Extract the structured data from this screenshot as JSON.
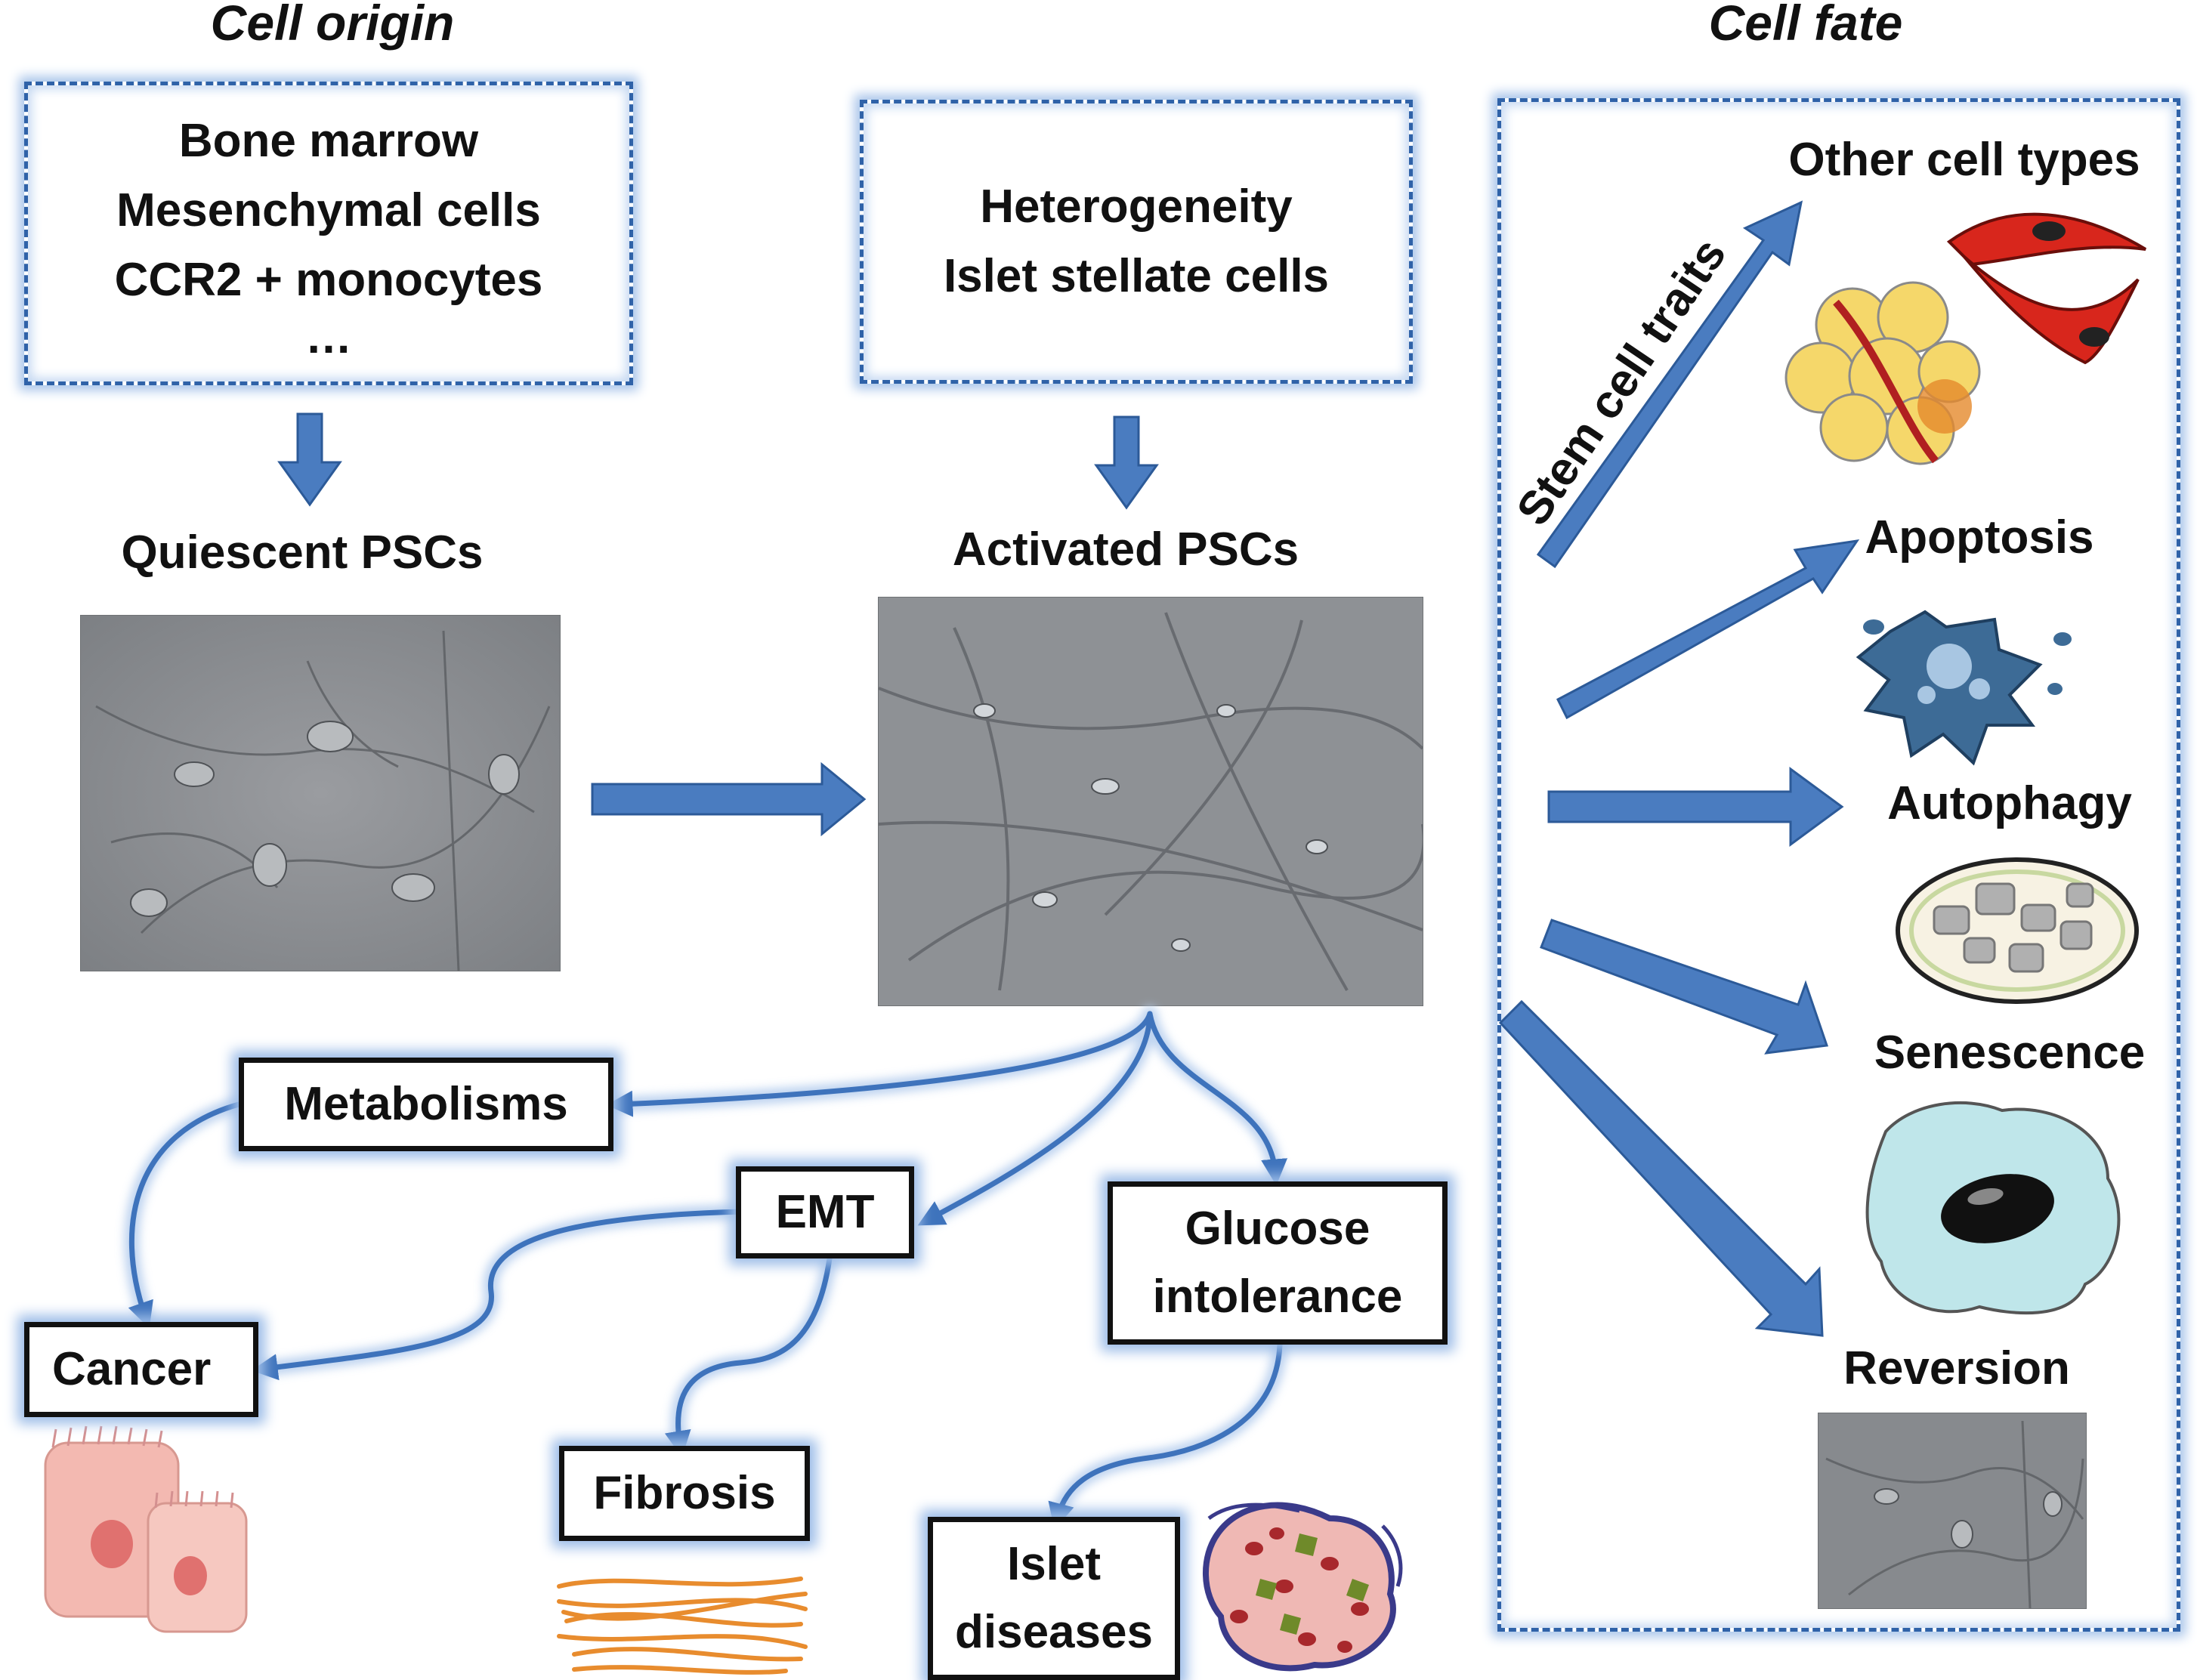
{
  "headings": {
    "cell_origin": "Cell origin",
    "cell_fate": "Cell fate"
  },
  "origin_box": {
    "lines": [
      "Bone marrow",
      "Mesenchymal cells",
      "CCR2 + monocytes",
      "…"
    ]
  },
  "heterogeneity_box": {
    "lines": [
      "Heterogeneity",
      "Islet stellate cells"
    ]
  },
  "labels": {
    "quiescent": "Quiescent PSCs",
    "activated": "Activated PSCs"
  },
  "outcome_boxes": {
    "metabolisms": "Metabolisms",
    "emt": "EMT",
    "glucose": [
      "Glucose",
      "intolerance"
    ],
    "cancer": "Cancer",
    "fibrosis": "Fibrosis",
    "islet": [
      "Islet",
      "diseases"
    ]
  },
  "fate": {
    "stem_cell_traits": "Stem cell traits",
    "items": [
      "Other cell types",
      "Apoptosis",
      "Autophagy",
      "Senescence",
      "Reversion"
    ]
  },
  "colors": {
    "arrow_fill": "#4a7cc0",
    "arrow_stroke": "#2c5a98",
    "box_glow": "#9dbde8",
    "dashed_border": "#2f62a8"
  }
}
